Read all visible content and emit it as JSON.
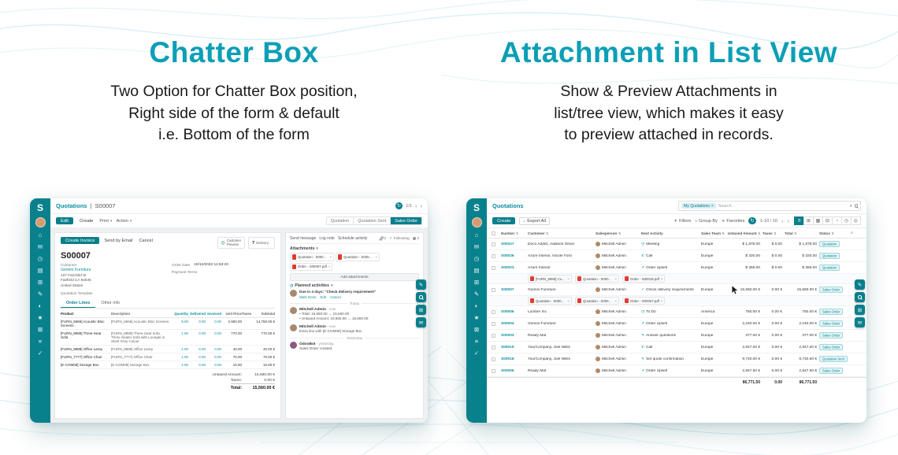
{
  "hero": {
    "left": {
      "title": "Chatter Box",
      "line1": "Two Option for Chatter Box position,",
      "line2": "Right side of the form & default",
      "line3": "i.e. Bottom of the form"
    },
    "right": {
      "title": "Attachment in List View",
      "line1": "Show & Preview Attachments in",
      "line2": "list/tree view, which makes it easy",
      "line3": "to preview attached in records."
    }
  },
  "brand": {
    "logo_letter": "S"
  },
  "colors": {
    "accent": "#0c9fb5",
    "sidebar": "#08818d",
    "teal_button": "#0a7f8b",
    "pdf_red": "#e13b30",
    "badge_bg": "#e4f6f8"
  },
  "icons": {
    "chevron_down": "▾",
    "prev": "‹",
    "next": "›",
    "close": "×",
    "check": "✓",
    "star": "★",
    "filter": "▼",
    "group": "≡",
    "download": "↓",
    "refresh": "↻",
    "sort": "⇅",
    "clock": "◷",
    "phone": "✆",
    "upsell": "⇗",
    "edit": "✎",
    "bullet": "•",
    "globe": "◎",
    "list_view": "≡",
    "kanban_view": "⊞",
    "calendar_view": "▦",
    "pivot_view": "⊟",
    "graph_view": "◔",
    "activity_view": "◷",
    "map_view": "◎",
    "options": "≡"
  },
  "sidebar_icons": [
    {
      "name": "sidebar-app-icon-1",
      "glyph": "⌂"
    },
    {
      "name": "sidebar-app-icon-2",
      "glyph": "✉"
    },
    {
      "name": "sidebar-app-icon-3",
      "glyph": "◷"
    },
    {
      "name": "sidebar-app-icon-4",
      "glyph": "▤"
    },
    {
      "name": "sidebar-app-icon-5",
      "glyph": "⊞"
    },
    {
      "name": "sidebar-app-icon-6",
      "glyph": "✎"
    },
    {
      "name": "sidebar-app-icon-7",
      "glyph": "◐"
    },
    {
      "name": "sidebar-app-icon-8",
      "glyph": "★"
    },
    {
      "name": "sidebar-app-icon-9",
      "glyph": "⊠"
    },
    {
      "name": "sidebar-app-icon-10",
      "glyph": "≡"
    },
    {
      "name": "sidebar-app-icon-11",
      "glyph": "✓"
    }
  ],
  "side_tools": [
    {
      "name": "edit-tool",
      "glyph": "✎"
    },
    {
      "name": "search-tool",
      "glyph": ""
    },
    {
      "name": "apps-tool",
      "glyph": "⊞"
    },
    {
      "name": "chat-tool",
      "glyph": "✉"
    }
  ],
  "form_view": {
    "breadcrumb_app": "Quotations",
    "breadcrumb_sep": "|",
    "breadcrumb_record": "S00007",
    "pager": "1/1",
    "btn_edit": "Edit",
    "btn_create": "Create",
    "btn_print": "Print",
    "btn_action": "Action",
    "status_quotation": "Quotation",
    "status_sent": "Quotation Sent",
    "status_order": "Sales Order",
    "btn_create_invoice": "Create Invoice",
    "btn_send_email": "Send by Email",
    "btn_cancel": "Cancel",
    "smart1_line1": "Customer",
    "smart1_line2": "Preview",
    "smart2_value": "7",
    "smart2_label": "Delivery",
    "record_name": "S00007",
    "customer_label": "Customer",
    "customer_name": "Gemini Furniture",
    "customer_addr1": "107 Fairchild St",
    "customer_addr2": "Fairfield CA 94535",
    "customer_addr3": "United States",
    "order_date_label": "Order Date",
    "order_date": "10/12/2022 11:53:23",
    "payment_terms_label": "Payment Terms",
    "template_label": "Quotation Template",
    "tab_order_lines": "Order Lines",
    "tab_other_info": "Other Info",
    "table": {
      "headers": [
        "Product",
        "Description",
        "Quantity",
        "Delivered",
        "Invoiced",
        "Unit Price",
        "Taxes",
        "Subtotal"
      ],
      "rows": [
        {
          "product": "[FURN_6666] Acoustic Bloc Screens",
          "desc": "[FURN_6666] Acoustic Bloc Screens",
          "qty": "5.00",
          "delivered": "0.00",
          "invoiced": "0.00",
          "unit": "2,950.00",
          "taxes": "",
          "subtotal": "14,750.00 €"
        },
        {
          "product": "[FURN_8999] Three-Seat Sofa",
          "desc": "[FURN_8999] Three-Seat Sofa, Three Seater Sofa with Lounger in Steel Grey Colour",
          "qty": "1.00",
          "delivered": "0.00",
          "invoiced": "0.00",
          "unit": "770.00",
          "taxes": "",
          "subtotal": "770.00 €"
        },
        {
          "product": "[FURN_8888] Office Lamp",
          "desc": "[FURN_8888] Office Lamp",
          "qty": "1.00",
          "delivered": "0.00",
          "invoiced": "0.00",
          "unit": "40.00",
          "taxes": "",
          "subtotal": "40.00 €"
        },
        {
          "product": "[FURN_7777] Office Chair",
          "desc": "[FURN_7777] Office Chair",
          "qty": "1.00",
          "delivered": "0.00",
          "invoiced": "0.00",
          "unit": "70.00",
          "taxes": "",
          "subtotal": "70.00 €"
        },
        {
          "product": "[E-COM08] Storage Box",
          "desc": "[E-COM08] Storage Box",
          "qty": "1.00",
          "delivered": "0.00",
          "invoiced": "0.00",
          "unit": "15.80",
          "taxes": "",
          "subtotal": "15.80 €"
        }
      ]
    },
    "totals": {
      "untaxed_label": "Untaxed Amount:",
      "untaxed": "15,560.00 €",
      "taxes_label": "Taxes:",
      "taxes": "0.00 €",
      "total_label": "Total:",
      "total": "15,560.00 €"
    },
    "chatter": {
      "send_message": "Send message",
      "log_note": "Log note",
      "schedule_activity": "Schedule activity",
      "attach_count": "3",
      "following": "Following",
      "followers": "2",
      "attachments_title": "Attachments",
      "attachments": [
        "Quotation - S00023.pdf",
        "Quotation - S00019.pdf",
        "Order - S00007.pdf"
      ],
      "add_attachments": "Add attachments",
      "planned_title": "Planned activities",
      "planned_summary": "Due in 4 days: \"Check delivery requirement\"",
      "planned_done": "Mark Done",
      "planned_edit": "Edit",
      "planned_cancel": "Cancel",
      "divider_today": "Today",
      "divider_yesterday": "Yesterday",
      "messages": [
        {
          "author": "Mitchell Admin",
          "time": "- now",
          "line1": "Total: 16,560.00 → 15,560.00",
          "line2": "Untaxed Amount: 16,560.00 → 15,560.00"
        },
        {
          "author": "Mitchell Admin",
          "time": "- now",
          "line1": "Extra line with [E-COM08] Storage Box",
          "line2": ""
        },
        {
          "author": "OdooBot",
          "time": "- yesterday",
          "line1": "Sales Order created.",
          "line2": ""
        }
      ]
    }
  },
  "list_view": {
    "title": "Quotations",
    "search_chip": "My Quotations",
    "search_placeholder": "Search...",
    "btn_create": "Create",
    "btn_export": "Export All",
    "filters": "Filters",
    "group_by": "Group By",
    "favorites": "Favorites",
    "pager": "1-10 / 10",
    "headers": {
      "number": "Number",
      "customer": "Customer",
      "salesperson": "Salesperson",
      "activity": "Next Activity",
      "team": "Sales Team",
      "untaxed": "Untaxed Amount",
      "taxes": "Taxes",
      "total": "Total",
      "status": "Status"
    },
    "rows": [
      {
        "number": "S00027",
        "customer": "Deco Addict, Addison Olson",
        "salesperson": "Mitchell Admin",
        "activity": "Meeting",
        "activity_icon": "clock-icon",
        "team": "Europe",
        "untaxed": "$ 1,878.00",
        "taxes": "$ 0.00",
        "total": "$ 1,878.00",
        "status": "Quotation"
      },
      {
        "number": "S00026",
        "customer": "Azure Interior, Nicole Ford",
        "salesperson": "Mitchell Admin",
        "activity": "Call",
        "activity_icon": "phone-icon",
        "team": "Europe",
        "untaxed": "$ 320.00",
        "taxes": "$ 0.00",
        "total": "$ 320.00",
        "status": "Quotation"
      },
      {
        "number": "S00023",
        "customer": "Azure Interior",
        "salesperson": "Mitchell Admin",
        "activity": "Order Upsell",
        "activity_icon": "upsell-icon",
        "team": "Europe",
        "untaxed": "$ 366.00",
        "taxes": "$ 0.00",
        "total": "$ 366.00",
        "status": "Quotation"
      },
      {
        "number": "S00007",
        "customer": "Gemini Furniture",
        "salesperson": "Mitchell Admin",
        "activity": "Check delivery requirements",
        "activity_icon": "check-icon",
        "team": "Europe",
        "untaxed": "15,560.00 €",
        "taxes": "0.00 €",
        "total": "15,560.00 €",
        "status": "Sales Order"
      },
      {
        "number": "S00006",
        "customer": "Lumber Inc",
        "salesperson": "Mitchell Admin",
        "activity": "To Do",
        "activity_icon": "clock-icon",
        "team": "America",
        "untaxed": "750.00 €",
        "taxes": "0.00 €",
        "total": "750.00 €",
        "status": "Sales Order"
      },
      {
        "number": "S00004",
        "customer": "Gemini Furniture",
        "salesperson": "Mitchell Admin",
        "activity": "Order Upsell",
        "activity_icon": "upsell-icon",
        "team": "Europe",
        "untaxed": "2,240.00 €",
        "taxes": "0.00 €",
        "total": "2,240.00 €",
        "status": "Sales Order"
      },
      {
        "number": "S00003",
        "customer": "Ready Mat",
        "salesperson": "Mitchell Admin",
        "activity": "Answer questions",
        "activity_icon": "edit-icon",
        "team": "Europe",
        "untaxed": "377.00 €",
        "taxes": "0.00 €",
        "total": "377.00 €",
        "status": "Sales Order"
      },
      {
        "number": "S00019",
        "customer": "YourCompany, Joel Willis",
        "salesperson": "Mitchell Admin",
        "activity": "Call",
        "activity_icon": "phone-icon",
        "team": "Europe",
        "untaxed": "2,947.00 €",
        "taxes": "0.00 €",
        "total": "2,947.00 €",
        "status": "Sales Order"
      },
      {
        "number": "S00018",
        "customer": "YourCompany, Joel Willis",
        "salesperson": "Mitchell Admin",
        "activity": "Set quote confirmation",
        "activity_icon": "edit-icon",
        "team": "Europe",
        "untaxed": "9,740.00 €",
        "taxes": "0.00 €",
        "total": "9,740.00 €",
        "status": "Quotation Sent"
      },
      {
        "number": "S00005",
        "customer": "Ready Mat",
        "salesperson": "Mitchell Admin",
        "activity": "Order Upsell",
        "activity_icon": "upsell-icon",
        "team": "Europe",
        "untaxed": "2,947.50 €",
        "taxes": "0.00 €",
        "total": "2,947.50 €",
        "status": "Sales Order"
      }
    ],
    "attachment_row_1": [
      "[FURN_8999] Custom...",
      "Quotation - S00023.pdf",
      "Order - S00019.pdf"
    ],
    "attachment_row_2": [
      "Quotation - S00023.pdf",
      "Quotation - S00019.pdf",
      "Order - S00007.pdf"
    ],
    "totals": {
      "untaxed": "86,771.50",
      "taxes": "0.00",
      "total": "86,771.50"
    }
  }
}
